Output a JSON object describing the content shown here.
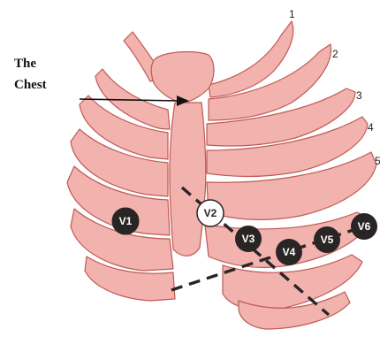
{
  "figure": {
    "label_line1": "The",
    "label_line2": "Chest",
    "rib_numbers": [
      "1",
      "2",
      "3",
      "4",
      "5"
    ],
    "leads": [
      "V1",
      "V2",
      "V3",
      "V4",
      "V5",
      "V6"
    ]
  },
  "colors": {
    "bone_fill": "#F2B2AE",
    "bone_stroke": "#C05A55",
    "lead_dark": "#2A2525",
    "lead_light": "#FFFFFF",
    "guide_line": "#2A2525"
  }
}
